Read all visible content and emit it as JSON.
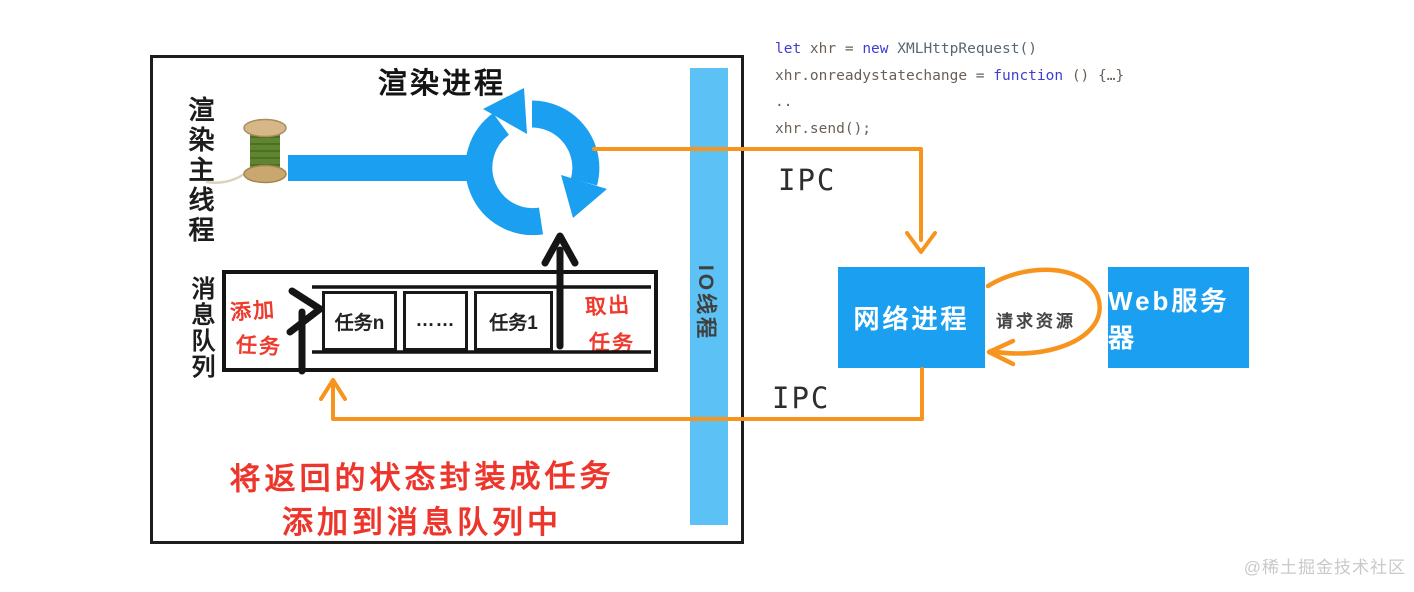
{
  "render_process": {
    "title": "渲染进程",
    "main_thread_label": "渲染主线程",
    "message_queue_label": "消息队列",
    "add_task_line1": "添加",
    "add_task_line2": "任务",
    "takeout_task_line1": "取出",
    "takeout_task_line2": "任务",
    "tasks": [
      "任务n",
      "……",
      "任务1"
    ],
    "caption_line1": "将返回的状态封装成任务",
    "caption_line2": "添加到消息队列中"
  },
  "io_thread": {
    "label": "IO线程"
  },
  "ipc": {
    "top_label": "IPC",
    "bottom_label": "IPC"
  },
  "network": {
    "network_process_label": "网络进程",
    "web_server_label": "Web服务器",
    "request_resource_label": "请求资源"
  },
  "code": {
    "lines": [
      {
        "tokens": [
          {
            "t": "let ",
            "c": "kw"
          },
          {
            "t": "xhr = ",
            "c": "pl"
          },
          {
            "t": "new",
            "c": "kw"
          },
          {
            "t": " ",
            "c": "pl"
          },
          {
            "t": "XMLHttpRequest()",
            "c": "ty"
          }
        ]
      },
      {
        "tokens": [
          {
            "t": "xhr.onreadystatechange = ",
            "c": "pl"
          },
          {
            "t": "function",
            "c": "kw"
          },
          {
            "t": " () {…}",
            "c": "pl"
          }
        ]
      },
      {
        "tokens": [
          {
            "t": "..",
            "c": "pl"
          }
        ]
      },
      {
        "tokens": [
          {
            "t": "xhr.send();",
            "c": "pl"
          }
        ]
      }
    ]
  },
  "watermark": "@稀土掘金技术社区",
  "icons": {
    "event_loop": "sync-loop-arrows",
    "thread_spool": "green-thread-spool"
  },
  "colors": {
    "accent_blue": "#1b9ff0",
    "io_bar_blue": "#5cc1f4",
    "orange": "#f7941e",
    "red": "#ee3b2e",
    "code_keyword_blue": "#3d3dd2",
    "code_plain": "#6a6057",
    "black_ink": "#141414"
  }
}
